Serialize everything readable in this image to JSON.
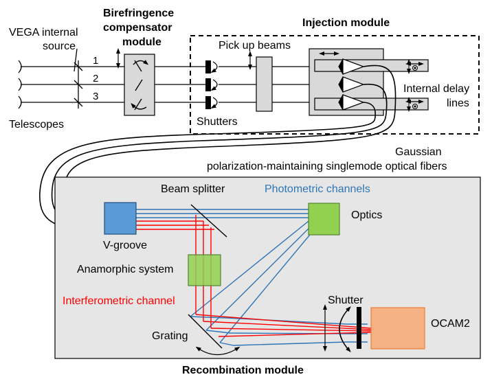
{
  "labels": {
    "vega_source_line1": "VEGA internal",
    "vega_source_line2": "source",
    "birefringence_line1": "Birefringence",
    "birefringence_line2": "compensator",
    "birefringence_line3": "module",
    "injection_module": "Injection module",
    "pick_up_beams": "Pick up beams",
    "beam_1": "1",
    "beam_2": "2",
    "beam_3": "3",
    "telescopes": "Telescopes",
    "shutters": "Shutters",
    "internal_delay_line1": "Internal delay",
    "internal_delay_line2": "lines",
    "fibers_line1": "Gaussian",
    "fibers_line2": "polarization-maintaining singlemode optical fibers",
    "beam_splitter": "Beam splitter",
    "photometric_channels": "Photometric channels",
    "optics": "Optics",
    "v_groove": "V-groove",
    "anamorphic_system": "Anamorphic system",
    "interferometric_channel": "Interferometric channel",
    "shutter": "Shutter",
    "ocam2": "OCAM2",
    "grating": "Grating",
    "recombination_module": "Recombination module"
  },
  "colors": {
    "photometric": "#2e75b6",
    "interferometric": "#ff0000",
    "v_groove_fill": "#5b9bd5",
    "optics_fill": "#92d050",
    "ocam2_fill": "#f4b183",
    "recombination_bg": "#e7e6e6",
    "component_gray": "#d9d9d9"
  }
}
